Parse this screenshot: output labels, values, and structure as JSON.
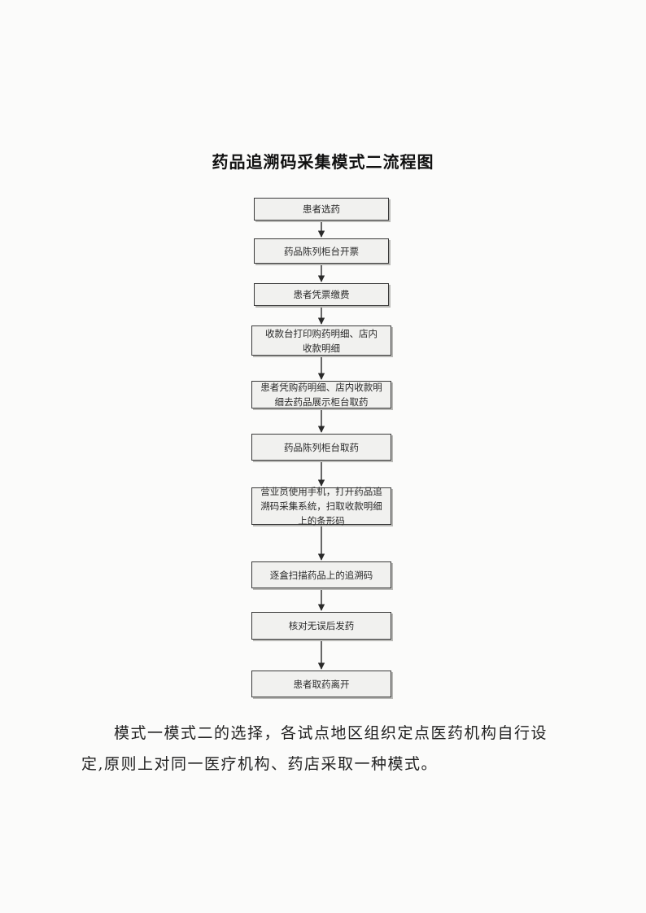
{
  "document": {
    "title": "药品追溯码采集模式二流程图",
    "flowchart": {
      "steps": [
        {
          "id": "step1",
          "text": "患者选药"
        },
        {
          "id": "step2",
          "text": "药品陈列柜台开票"
        },
        {
          "id": "step3",
          "text": "患者凭票缴费"
        },
        {
          "id": "step4",
          "text": "收款台打印购药明细、店内收款明细"
        },
        {
          "id": "step5",
          "text": "患者凭购药明细、店内收款明细去药品展示柜台取药"
        },
        {
          "id": "step6",
          "text": "药品陈列柜台取药"
        },
        {
          "id": "step7",
          "text": "营业员使用手机，打开药品追溯码采集系统，扫取收款明细上的条形码"
        },
        {
          "id": "step8",
          "text": "逐盒扫描药品上的追溯码"
        },
        {
          "id": "step9",
          "text": "核对无误后发药"
        },
        {
          "id": "step10",
          "text": "患者取药离开"
        }
      ]
    },
    "paragraph": "模式一模式二的选择，各试点地区组织定点医药机构自行设定,原则上对同一医疗机构、药店采取一种模式。"
  },
  "colors": {
    "box_border": "#3a3a3a",
    "box_fill": "#f1f1ef",
    "text": "#1a1a1a"
  }
}
